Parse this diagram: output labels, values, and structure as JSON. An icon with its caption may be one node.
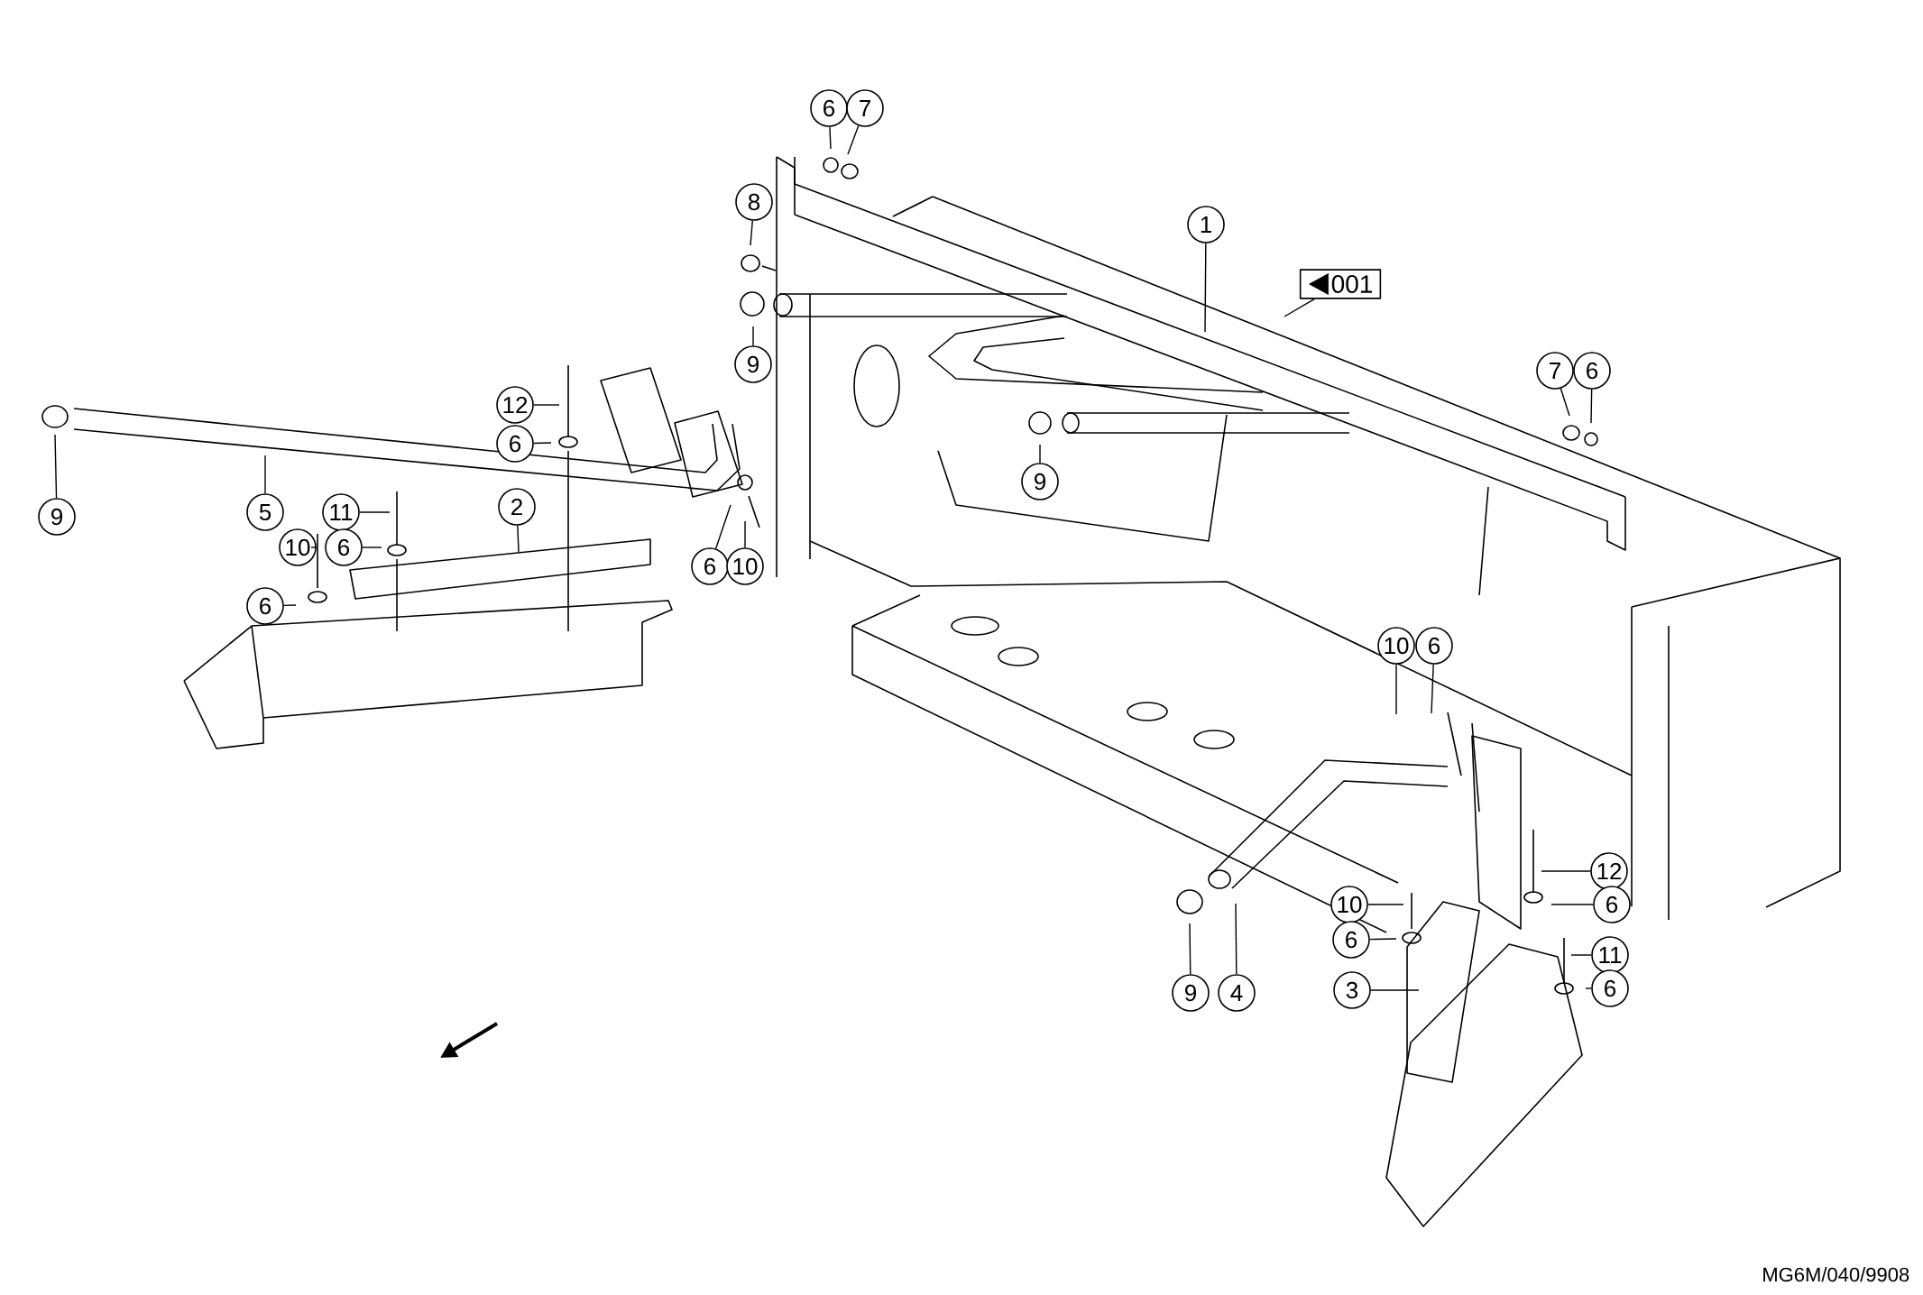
{
  "diagram": {
    "nodes": [
      {
        "text": [
          "6"
        ]
      },
      {
        "text": [
          "7"
        ]
      },
      {
        "text": [
          "8"
        ]
      },
      {
        "text": [
          "1"
        ]
      },
      {
        "text": [
          "001"
        ]
      },
      {
        "text": [
          "9"
        ]
      },
      {
        "text": [
          "7"
        ]
      },
      {
        "text": [
          "6"
        ]
      },
      {
        "text": [
          "12"
        ]
      },
      {
        "text": [
          "6"
        ]
      },
      {
        "text": [
          "9"
        ]
      },
      {
        "text": [
          "9"
        ]
      },
      {
        "text": [
          "5"
        ]
      },
      {
        "text": [
          "11"
        ]
      },
      {
        "text": [
          "2"
        ]
      },
      {
        "text": [
          "10"
        ]
      },
      {
        "text": [
          "6"
        ]
      },
      {
        "text": [
          "6"
        ]
      },
      {
        "text": [
          "6"
        ]
      },
      {
        "text": [
          "10"
        ]
      },
      {
        "text": [
          "10"
        ]
      },
      {
        "text": [
          "6"
        ]
      },
      {
        "text": [
          "12"
        ]
      },
      {
        "text": [
          "10"
        ]
      },
      {
        "text": [
          "6"
        ]
      },
      {
        "text": [
          "6"
        ]
      },
      {
        "text": [
          "11"
        ]
      },
      {
        "text": [
          "9"
        ]
      },
      {
        "text": [
          "4"
        ]
      },
      {
        "text": [
          "3"
        ]
      },
      {
        "text": [
          "6"
        ]
      }
    ],
    "edges": [
      {
        "from": 0,
        "to": null,
        "arrow": "none"
      },
      {
        "from": 1,
        "to": null,
        "arrow": "none"
      },
      {
        "from": 2,
        "to": null,
        "arrow": "none"
      },
      {
        "from": 3,
        "to": null,
        "arrow": "none"
      },
      {
        "from": 4,
        "to": null,
        "arrow": "none"
      },
      {
        "from": 5,
        "to": null,
        "arrow": "none"
      },
      {
        "from": 6,
        "to": null,
        "arrow": "none"
      },
      {
        "from": 7,
        "to": null,
        "arrow": "none"
      },
      {
        "from": 8,
        "to": null,
        "arrow": "none"
      },
      {
        "from": 9,
        "to": null,
        "arrow": "none"
      },
      {
        "from": 10,
        "to": null,
        "arrow": "none"
      },
      {
        "from": 11,
        "to": null,
        "arrow": "none"
      },
      {
        "from": 12,
        "to": null,
        "arrow": "none"
      },
      {
        "from": 13,
        "to": null,
        "arrow": "none"
      },
      {
        "from": 14,
        "to": null,
        "arrow": "none"
      },
      {
        "from": 15,
        "to": null,
        "arrow": "none"
      },
      {
        "from": 16,
        "to": null,
        "arrow": "none"
      },
      {
        "from": 17,
        "to": null,
        "arrow": "none"
      },
      {
        "from": 18,
        "to": null,
        "arrow": "none"
      },
      {
        "from": 19,
        "to": null,
        "arrow": "none"
      },
      {
        "from": 20,
        "to": null,
        "arrow": "none"
      },
      {
        "from": 21,
        "to": null,
        "arrow": "none"
      },
      {
        "from": 22,
        "to": null,
        "arrow": "none"
      },
      {
        "from": 23,
        "to": null,
        "arrow": "none"
      },
      {
        "from": 24,
        "to": null,
        "arrow": "none"
      },
      {
        "from": 25,
        "to": null,
        "arrow": "none"
      },
      {
        "from": 26,
        "to": null,
        "arrow": "none"
      },
      {
        "from": 27,
        "to": null,
        "arrow": "none"
      },
      {
        "from": 28,
        "to": null,
        "arrow": "none"
      },
      {
        "from": 29,
        "to": null,
        "arrow": "none"
      },
      {
        "from": 30,
        "to": null,
        "arrow": "none"
      }
    ],
    "labels": [
      "MG6M/040/9908"
    ]
  }
}
